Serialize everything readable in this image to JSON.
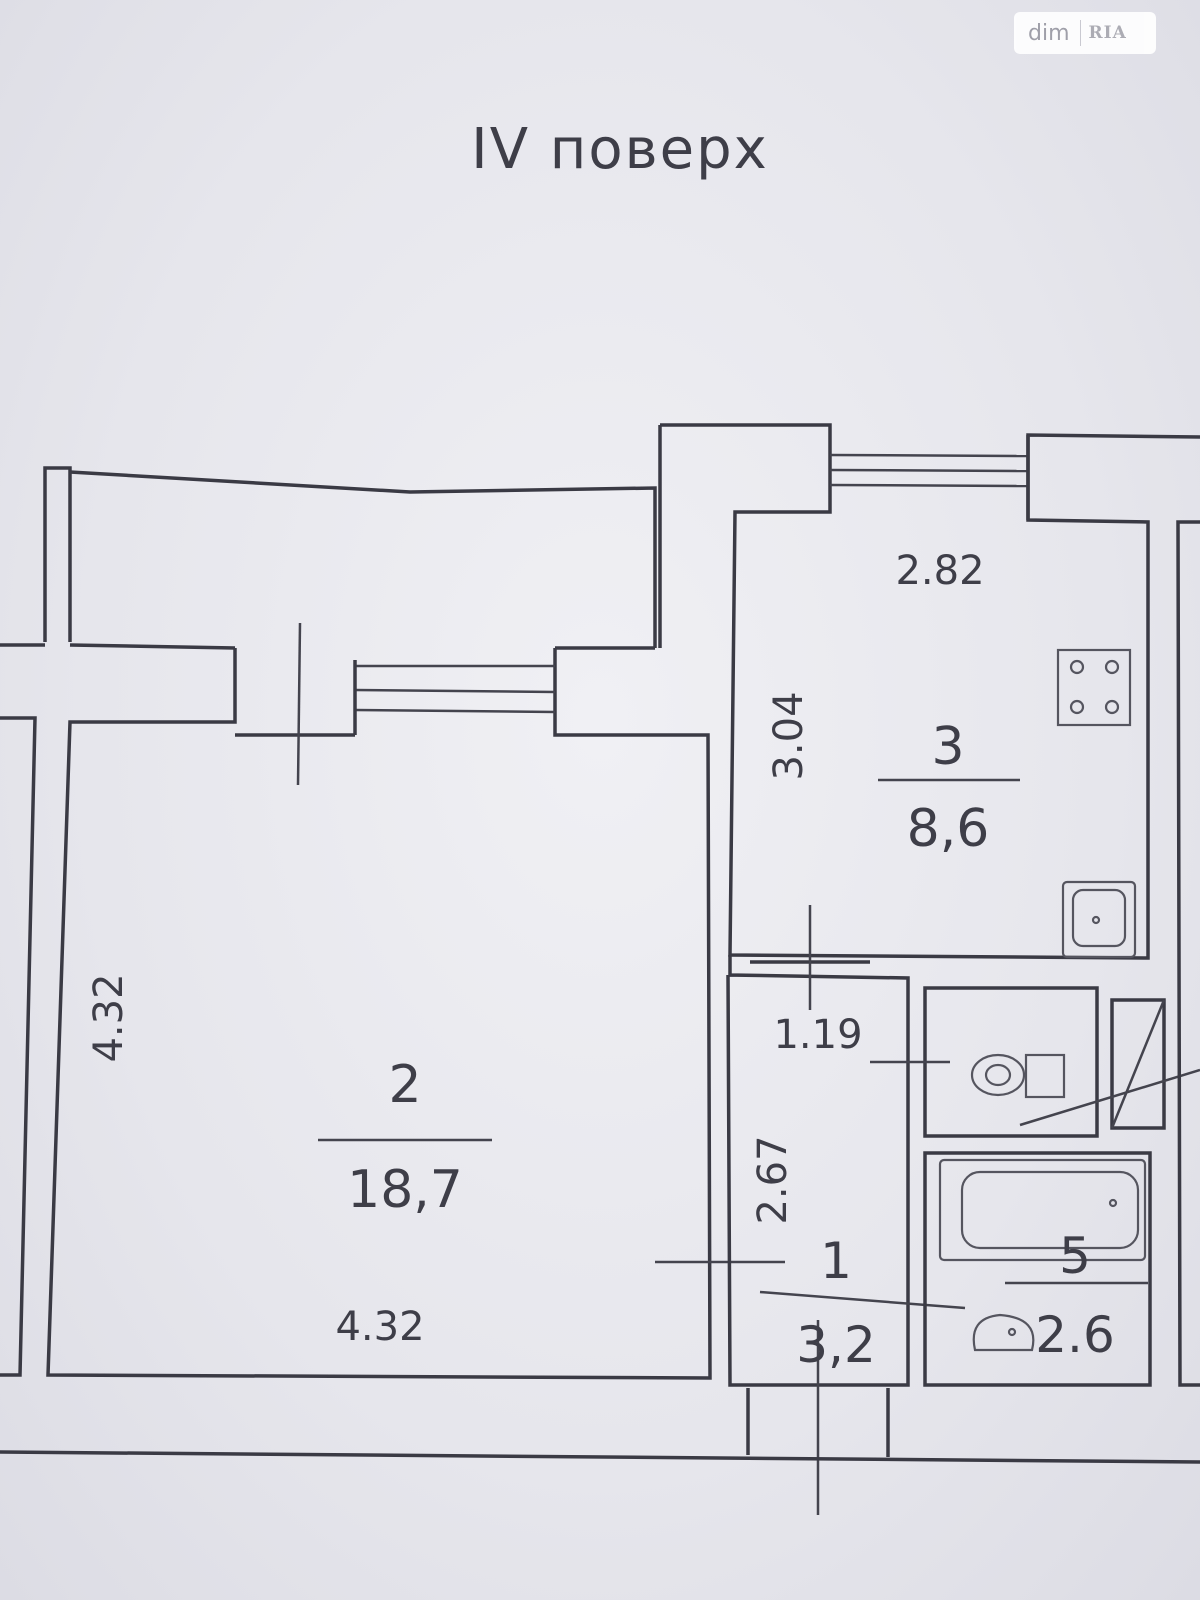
{
  "title": "IV поверх",
  "watermark": {
    "text_left": "dim",
    "text_right": "RIA"
  },
  "rooms": [
    {
      "id": "room-1",
      "number": "1",
      "area": "3,2"
    },
    {
      "id": "room-2",
      "number": "2",
      "area": "18,7"
    },
    {
      "id": "room-3",
      "number": "3",
      "area": "8,6"
    },
    {
      "id": "room-5",
      "number": "5",
      "area": "2.6"
    }
  ],
  "dimensions": {
    "room2_height": "4.32",
    "room2_width": "4.32",
    "room3_width": "2.82",
    "room3_height": "3.04",
    "room1_width": "1.19",
    "room1_height": "2.67"
  },
  "fixtures": [
    "stove-icon",
    "sink-icon",
    "toilet-icon",
    "bathtub-icon",
    "washbasin-icon",
    "ventilation-shaft-icon"
  ]
}
